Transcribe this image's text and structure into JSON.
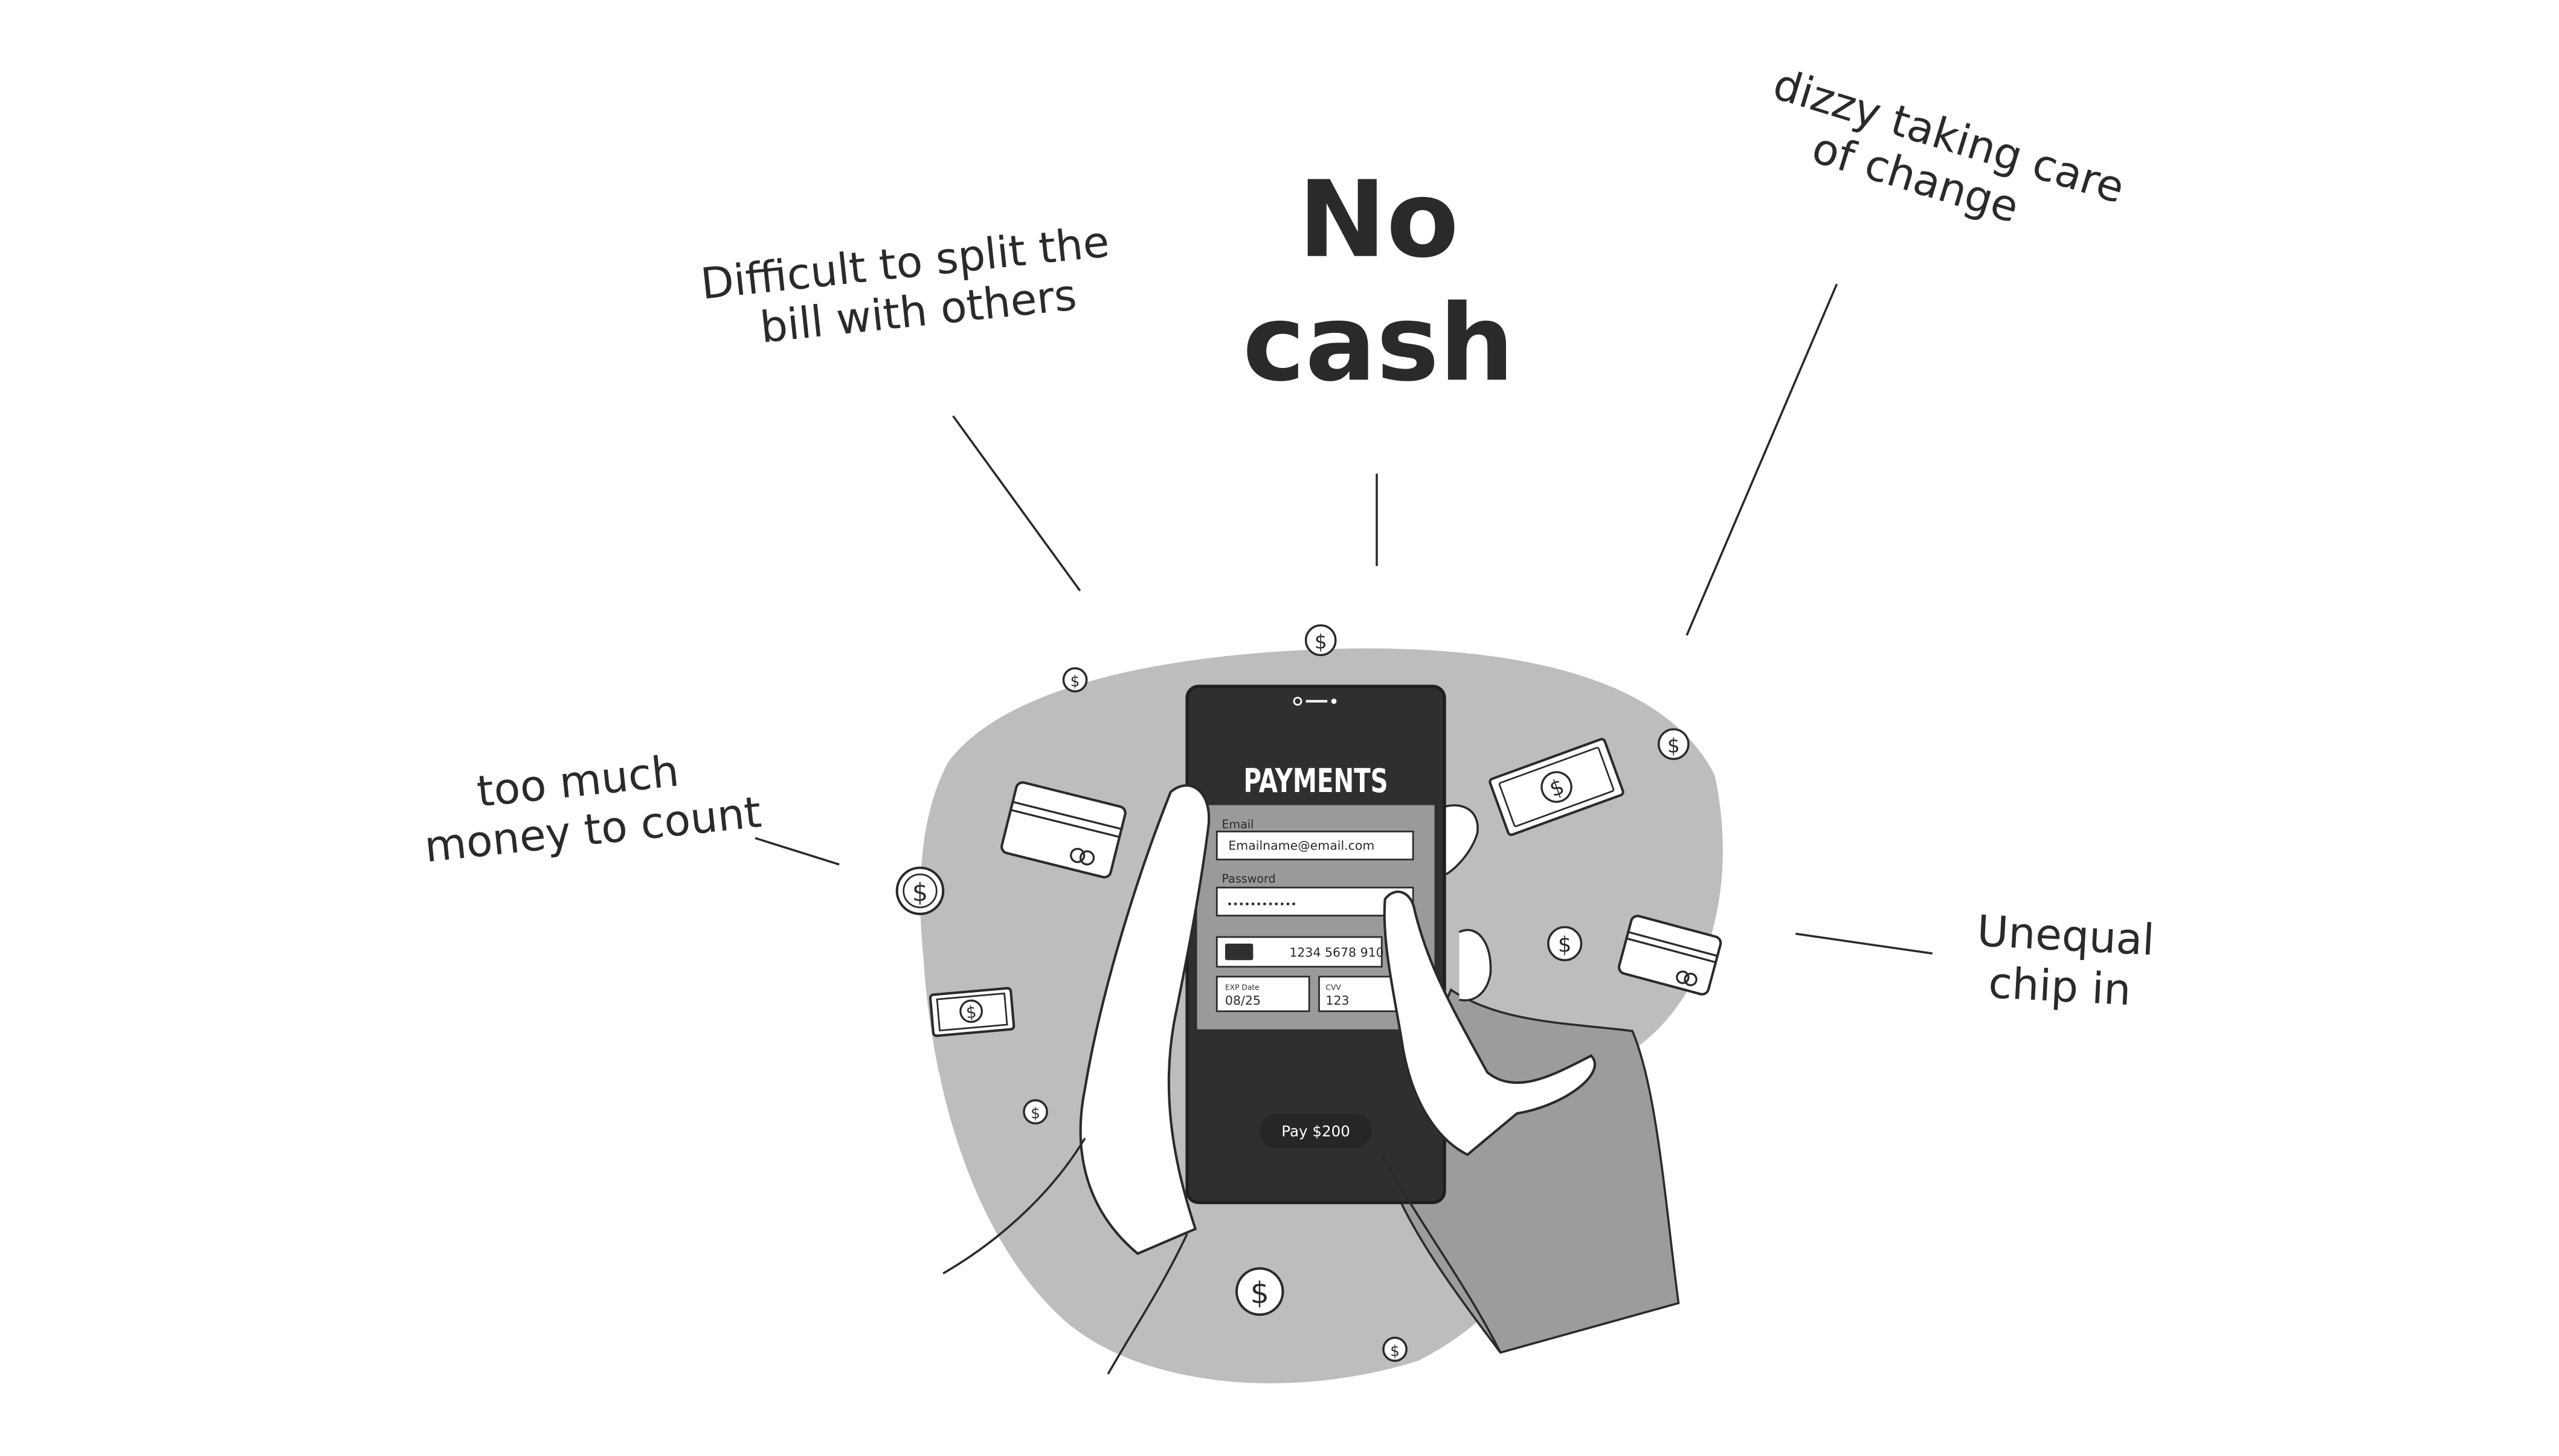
{
  "title": {
    "line1": "No",
    "line2": "cash"
  },
  "callouts": {
    "split_bill": {
      "line1": "Difficult to split the",
      "line2": "bill with others"
    },
    "dizzy_change": {
      "line1": "dizzy taking care",
      "line2": "of change"
    },
    "count_money": {
      "line1": "too much",
      "line2": "money to count"
    },
    "unequal": {
      "line1": "Unequal",
      "line2": "chip in"
    }
  },
  "phone": {
    "heading": "PAYMENTS",
    "email_label": "Email",
    "email_value": "Emailname@email.com",
    "password_label": "Password",
    "password_value": "••••••••••••",
    "card_number": "1234 5678 910",
    "exp_label": "EXP Date",
    "exp_value": "08/25",
    "cvv_label": "CVV",
    "cvv_value": "123",
    "pay_button": "Pay $200"
  },
  "icons": {
    "currency_symbol": "$"
  },
  "colors": {
    "ink": "#2a2a2a",
    "blob": "#bdbdbd",
    "phone_body": "#2f2f2f",
    "form_panel": "#9a9a9a",
    "white": "#ffffff"
  }
}
